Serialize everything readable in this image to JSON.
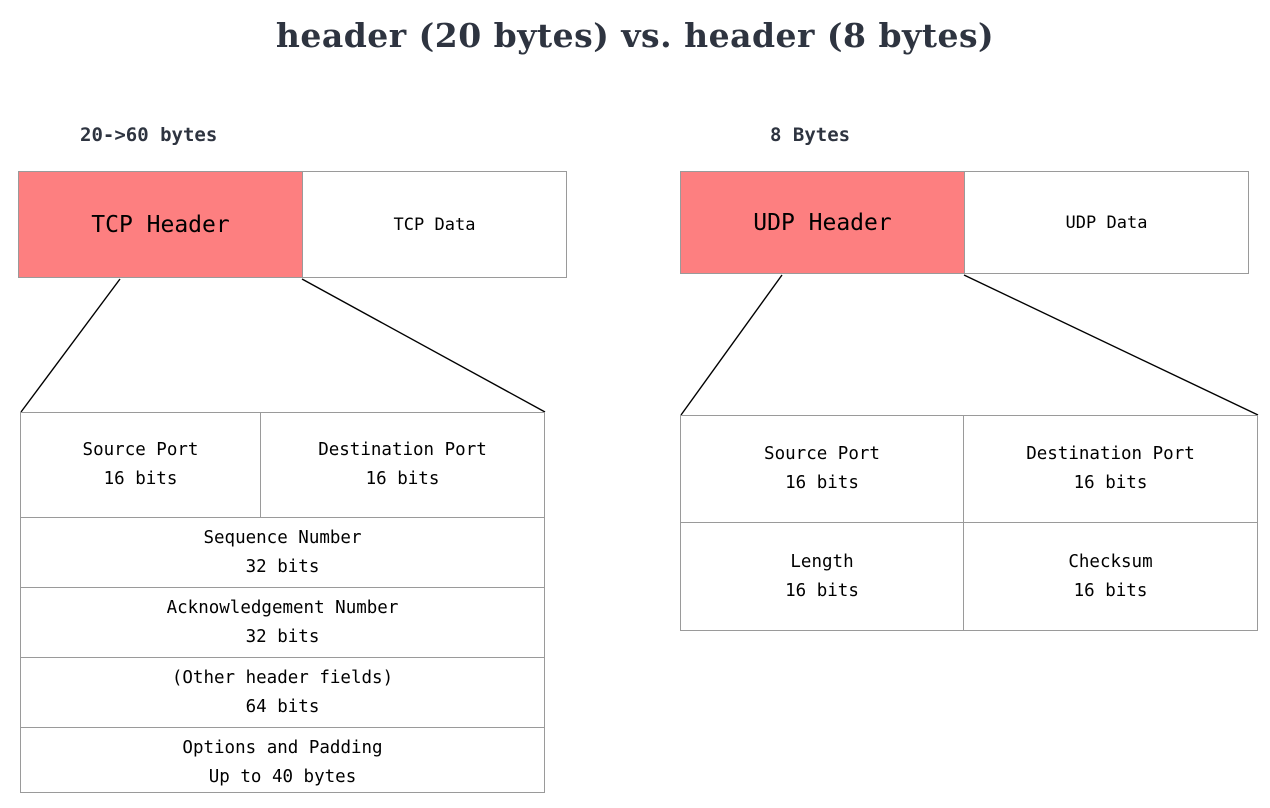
{
  "page": {
    "title": "header (20 bytes) vs. header (8 bytes)",
    "title_color": "#2e3440",
    "background_color": "#ffffff",
    "header_fill_color": "#fd7f80",
    "border_color": "#9a9a9a",
    "connector_color": "#000000"
  },
  "tcp": {
    "caption": "20->60 bytes",
    "packet": {
      "header_label": "TCP Header",
      "data_label": "TCP Data"
    },
    "fields": [
      {
        "split": true,
        "left": {
          "name": "Source Port",
          "size": "16 bits"
        },
        "right": {
          "name": "Destination Port",
          "size": "16 bits"
        }
      },
      {
        "split": false,
        "name": "Sequence Number",
        "size": "32 bits"
      },
      {
        "split": false,
        "name": "Acknowledgement Number",
        "size": "32 bits"
      },
      {
        "split": false,
        "name": "(Other header fields)",
        "size": "64 bits"
      },
      {
        "split": false,
        "name": "Options and Padding",
        "size": "Up to 40 bytes"
      }
    ]
  },
  "udp": {
    "caption": "8 Bytes",
    "packet": {
      "header_label": "UDP Header",
      "data_label": "UDP Data"
    },
    "fields": [
      {
        "split": true,
        "left": {
          "name": "Source Port",
          "size": "16 bits"
        },
        "right": {
          "name": "Destination Port",
          "size": "16 bits"
        }
      },
      {
        "split": true,
        "left": {
          "name": "Length",
          "size": "16 bits"
        },
        "right": {
          "name": "Checksum",
          "size": "16 bits"
        }
      }
    ]
  }
}
